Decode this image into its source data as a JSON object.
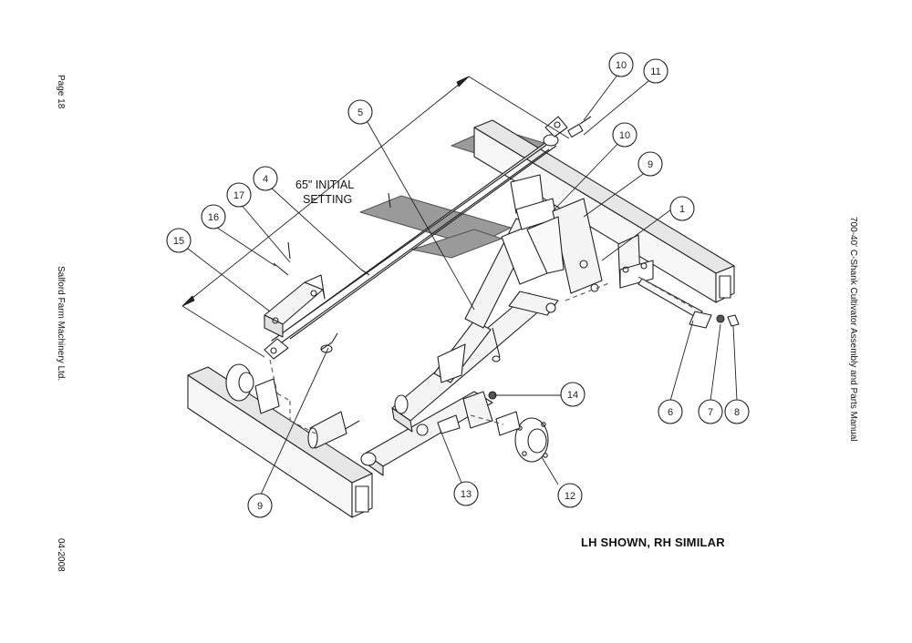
{
  "page": {
    "page_label": "Page 18",
    "company": "Salford Farm Machinery Ltd.",
    "date": "04-2008",
    "manual_title": "700-40' C-Shank Cultivator Assembly and Parts Manual",
    "caption": "LH SHOWN, RH SIMILAR"
  },
  "dimension_note": {
    "line1": "65\" INITIAL",
    "line2": "SETTING"
  },
  "callouts": [
    {
      "number": "1"
    },
    {
      "number": "4"
    },
    {
      "number": "5"
    },
    {
      "number": "6"
    },
    {
      "number": "7"
    },
    {
      "number": "8"
    },
    {
      "number": "9"
    },
    {
      "number": "9"
    },
    {
      "number": "10"
    },
    {
      "number": "10"
    },
    {
      "number": "11"
    },
    {
      "number": "12"
    },
    {
      "number": "13"
    },
    {
      "number": "14"
    },
    {
      "number": "15"
    },
    {
      "number": "16"
    },
    {
      "number": "17"
    }
  ]
}
